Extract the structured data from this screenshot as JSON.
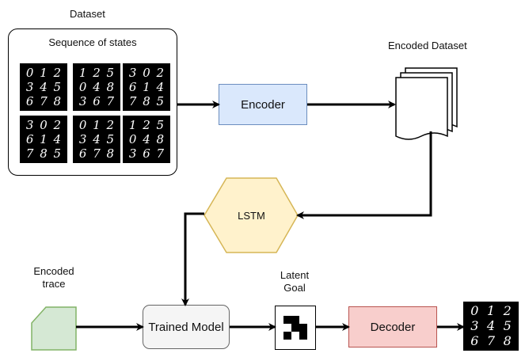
{
  "labels": {
    "dataset": "Dataset",
    "sequence_of_states": "Sequence of states",
    "encoder": "Encoder",
    "encoded_dataset": "Encoded Dataset",
    "lstm": "LSTM",
    "encoded_trace_line1": "Encoded",
    "encoded_trace_line2": "trace",
    "latent_goal_line1": "Latent",
    "latent_goal_line2": "Goal",
    "trained_model": "Trained Model",
    "decoder": "Decoder"
  },
  "state_grids": [
    [
      "0",
      "1",
      "2",
      "3",
      "4",
      "5",
      "6",
      "7",
      "8"
    ],
    [
      "1",
      "2",
      "5",
      "0",
      "4",
      "8",
      "3",
      "6",
      "7"
    ],
    [
      "3",
      "0",
      "2",
      "6",
      "1",
      "4",
      "7",
      "8",
      "5"
    ],
    [
      "3",
      "0",
      "2",
      "6",
      "1",
      "4",
      "7",
      "8",
      "5"
    ],
    [
      "0",
      "1",
      "2",
      "3",
      "4",
      "5",
      "6",
      "7",
      "8"
    ],
    [
      "1",
      "2",
      "5",
      "0",
      "4",
      "8",
      "3",
      "6",
      "7"
    ]
  ],
  "output_grid": [
    "0",
    "1",
    "2",
    "3",
    "4",
    "5",
    "6",
    "7",
    "8"
  ],
  "latent_goal_pattern": [
    [
      1,
      1,
      0
    ],
    [
      0,
      1,
      1
    ],
    [
      1,
      0,
      1
    ]
  ],
  "colors": {
    "encoder_fill": "#dae8fc",
    "decoder_fill": "#f8cecc",
    "lstm_fill": "#fff2cc",
    "trace_fill": "#d5e8d4",
    "trained_fill": "#f5f5f5"
  }
}
